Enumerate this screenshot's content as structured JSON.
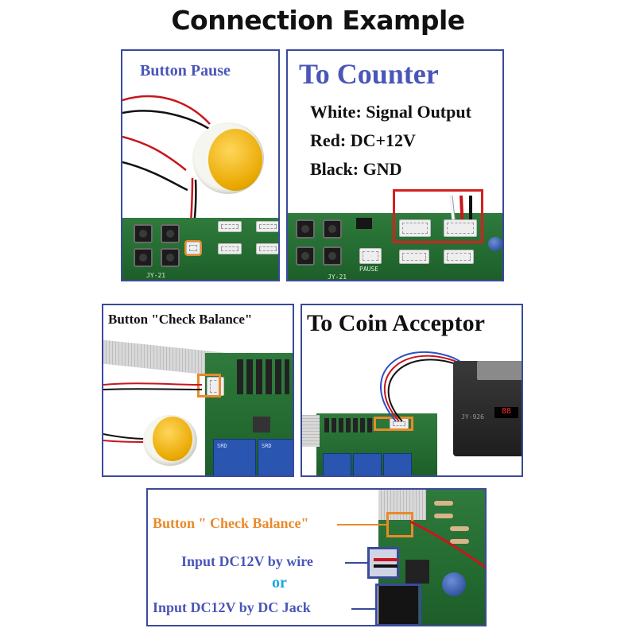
{
  "title": "Connection Example",
  "panels": {
    "button_pause": {
      "label": "Button Pause",
      "board_text": "JY-21"
    },
    "to_counter": {
      "heading": "To Counter",
      "lines": [
        "White: Signal Output",
        "Red: DC+12V",
        "Black: GND"
      ],
      "board_text": "JY-21",
      "silk_pause": "PAUSE"
    },
    "check_balance": {
      "label": "Button \"Check Balance\""
    },
    "coin_acceptor": {
      "heading": "To Coin Acceptor",
      "device_text": "JY-926"
    },
    "bottom": {
      "label_check_balance": "Button \" Check Balance\"",
      "label_input_wire": "Input DC12V by wire",
      "label_or": "or",
      "label_input_jack": "Input DC12V by DC Jack"
    }
  },
  "colors": {
    "panel_border": "#3a4a9c",
    "heading_blue": "#4a56b8",
    "highlight_red": "#d42020",
    "highlight_orange": "#e88a2a",
    "or_cyan": "#1ea6df"
  }
}
